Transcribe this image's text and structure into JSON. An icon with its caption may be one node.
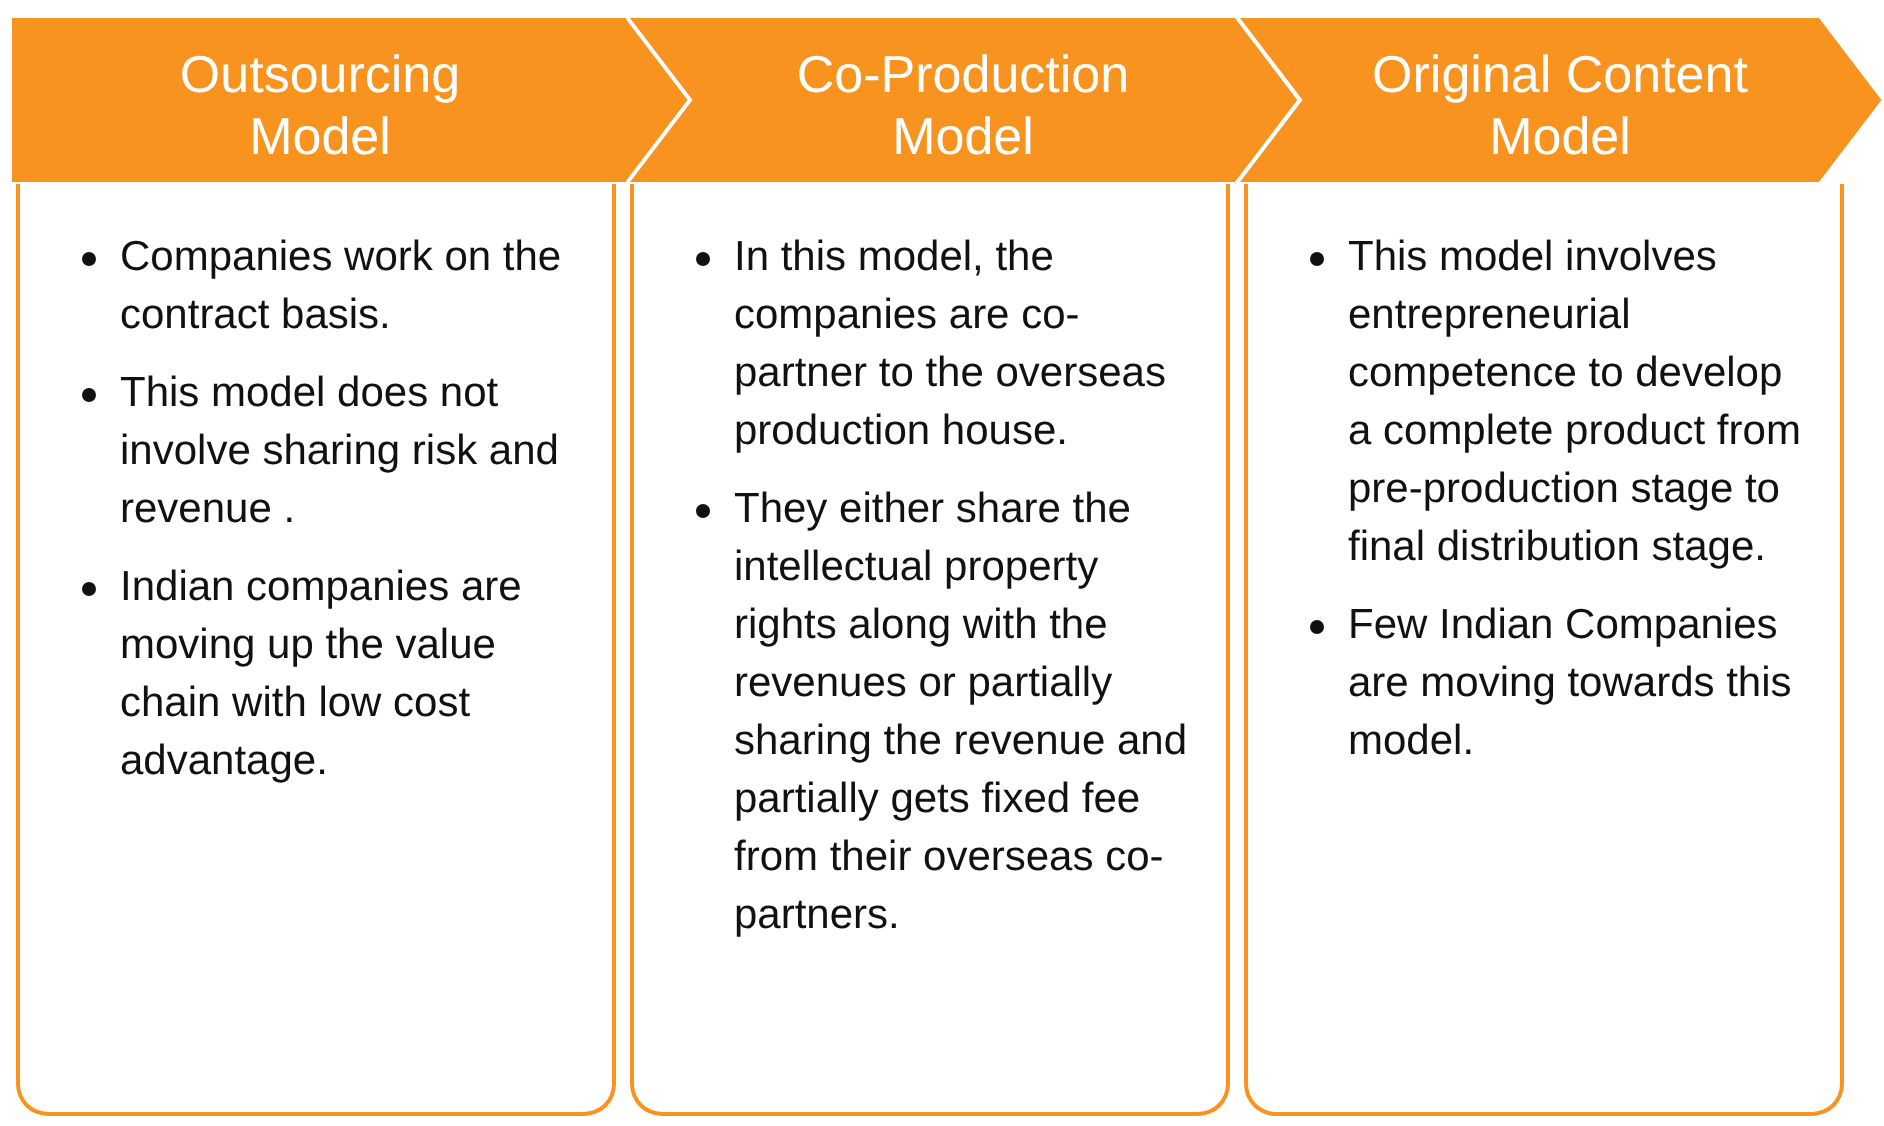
{
  "diagram": {
    "nodes": [
      {
        "text": [
          "Outsourcing Model"
        ]
      },
      {
        "text": [
          "Co-Production Model"
        ]
      },
      {
        "text": [
          "Original Content Model"
        ]
      },
      {
        "text": [
          "Companies work on the contract basis.",
          "This model does not involve sharing risk and revenue .",
          "Indian companies are moving up the value chain with low cost advantage."
        ]
      },
      {
        "text": [
          "In this model, the companies are co-partner to the overseas production house.",
          "They either share the intellectual property rights along with the revenues or partially sharing the revenue and partially gets fixed fee from their overseas co-partners."
        ]
      },
      {
        "text": [
          "This model involves entrepreneurial competence to develop a complete product from pre-production stage to final distribution stage.",
          "Few Indian Companies are moving towards this model."
        ]
      }
    ]
  }
}
